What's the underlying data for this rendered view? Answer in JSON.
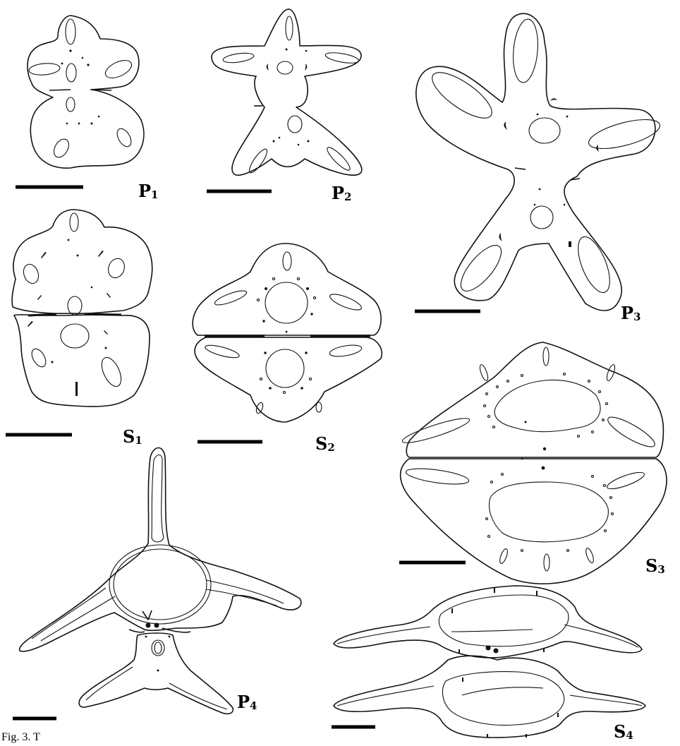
{
  "caption": "Fig. 3. T",
  "figures": [
    {
      "id": "P1",
      "letter": "P",
      "num": "1"
    },
    {
      "id": "P2",
      "letter": "P",
      "num": "2"
    },
    {
      "id": "P3",
      "letter": "P",
      "num": "3"
    },
    {
      "id": "S1",
      "letter": "S",
      "num": "1"
    },
    {
      "id": "S2",
      "letter": "S",
      "num": "2"
    },
    {
      "id": "S3",
      "letter": "S",
      "num": "3"
    },
    {
      "id": "P4",
      "letter": "P",
      "num": "4"
    },
    {
      "id": "S4",
      "letter": "S",
      "num": "4"
    }
  ],
  "labels": {
    "p1": {
      "letter": "P",
      "num": "1"
    },
    "p2": {
      "letter": "P",
      "num": "2"
    },
    "p3": {
      "letter": "P",
      "num": "3"
    },
    "s1": {
      "letter": "S",
      "num": "1"
    },
    "s2": {
      "letter": "S",
      "num": "2"
    },
    "s3": {
      "letter": "S",
      "num": "3"
    },
    "p4": {
      "letter": "P",
      "num": "4"
    },
    "s4": {
      "letter": "S",
      "num": "4"
    }
  }
}
